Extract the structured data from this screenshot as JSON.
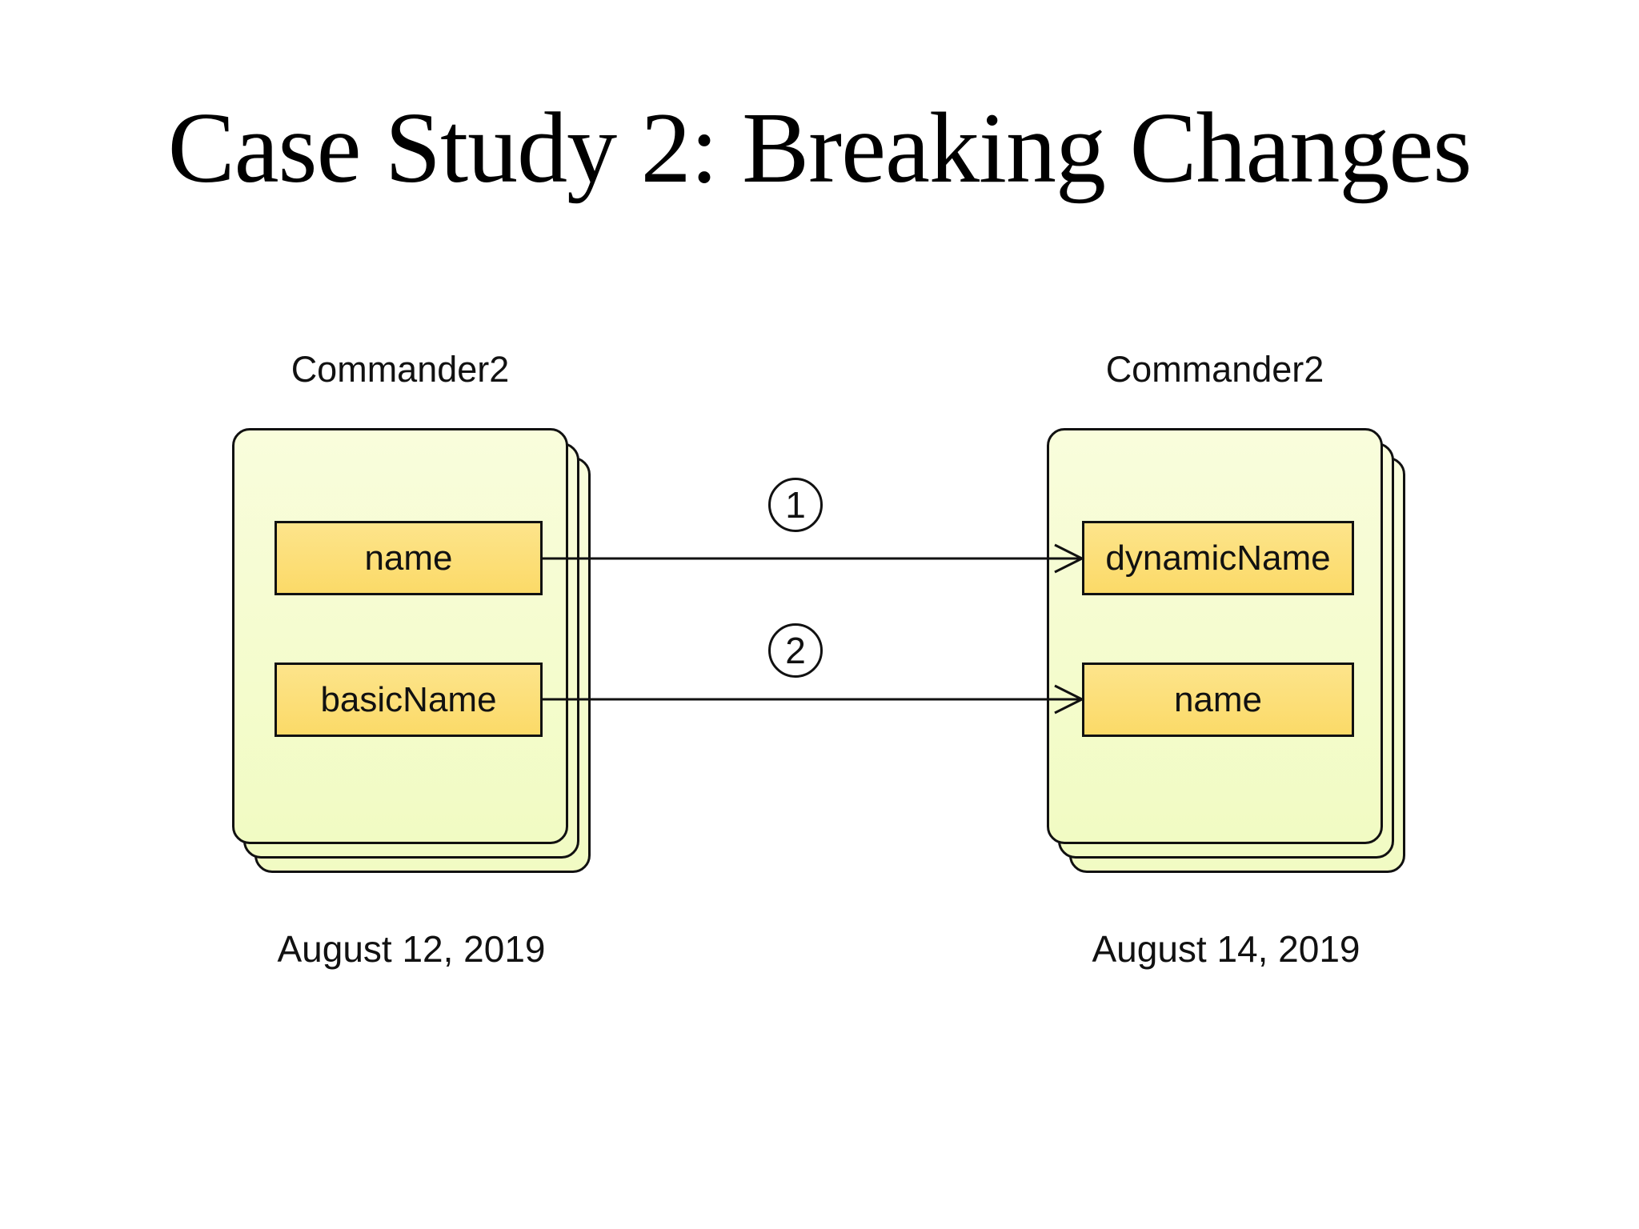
{
  "slide": {
    "title": "Case Study 2: Breaking Changes"
  },
  "left_stack": {
    "class_name": "Commander2",
    "fields": [
      "name",
      "basicName"
    ],
    "date": "August 12, 2019"
  },
  "right_stack": {
    "class_name": "Commander2",
    "fields": [
      "dynamicName",
      "name"
    ],
    "date": "August 14, 2019"
  },
  "arrows": [
    {
      "number": "1",
      "from": "name",
      "to": "dynamicName"
    },
    {
      "number": "2",
      "from": "basicName",
      "to": "name"
    }
  ],
  "colors": {
    "background": "#ffffff",
    "card_fill": "#f5fccf",
    "field_fill": "#fcdf76",
    "outline": "#111111",
    "text": "#111111"
  }
}
